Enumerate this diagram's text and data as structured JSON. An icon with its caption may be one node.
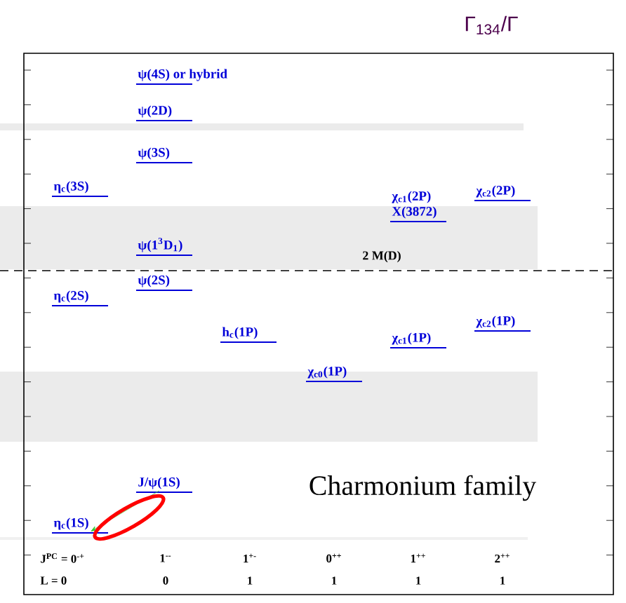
{
  "diagram": {
    "title": "Charmonium family",
    "nodes": [
      {
        "text": [
          "ψ(4S) or hybrid"
        ]
      },
      {
        "text": [
          "ψ(2D)"
        ]
      },
      {
        "text": [
          "ψ(3S)"
        ]
      },
      {
        "text": [
          "η$_{c}$(3S)"
        ]
      },
      {
        "text": [
          "χ$_{c1}$(2P)",
          "X(3872)"
        ]
      },
      {
        "text": [
          "χ$_{c2}$(2P)"
        ]
      },
      {
        "text": [
          "ψ(1$^{3}$D$_{1}$)"
        ]
      },
      {
        "text": [
          "ψ(2S)"
        ]
      },
      {
        "text": [
          "η$_{c}$(2S)"
        ]
      },
      {
        "text": [
          "h$_{c}$(1P)"
        ]
      },
      {
        "text": [
          "χ$_{c1}$(1P)"
        ]
      },
      {
        "text": [
          "χ$_{c2}$(1P)"
        ]
      },
      {
        "text": [
          "χ$_{c0}$(1P)"
        ]
      },
      {
        "text": [
          "J/ψ(1S)"
        ]
      },
      {
        "text": [
          "η$_{c}$(1S)"
        ]
      }
    ],
    "edges": [
      {
        "from": 13,
        "to": 14,
        "arrow": "to",
        "color": "#33cc33"
      }
    ],
    "labels": [
      "Γ$_{134}$/Γ",
      "2 M(D)",
      "J$^{PC}$ = 0$^{-+}$",
      "1$^{--}$",
      "1$^{+-}$",
      "0$^{++}$",
      "1$^{++}$",
      "2$^{++}$",
      "L = 0",
      "0",
      "1",
      "1",
      "1",
      "1"
    ]
  }
}
